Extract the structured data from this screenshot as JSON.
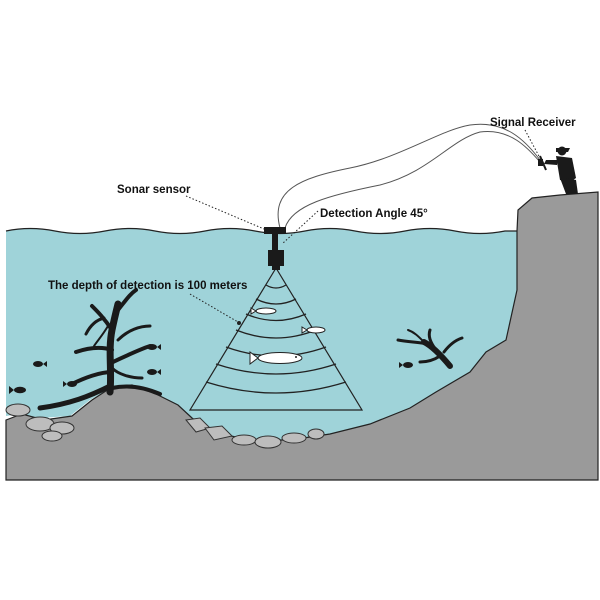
{
  "labels": {
    "signal_receiver": "Signal Receiver",
    "sonar_sensor": "Sonar sensor",
    "detection_angle": "Detection Angle 45°",
    "detection_depth": "The depth of detection is 100 meters"
  },
  "colors": {
    "water": "#9fd3d9",
    "ground": "#9a9a9a",
    "outline": "#222222",
    "silhouette": "#1a1a1a",
    "rock": "#bdbdbd",
    "background": "#ffffff"
  }
}
